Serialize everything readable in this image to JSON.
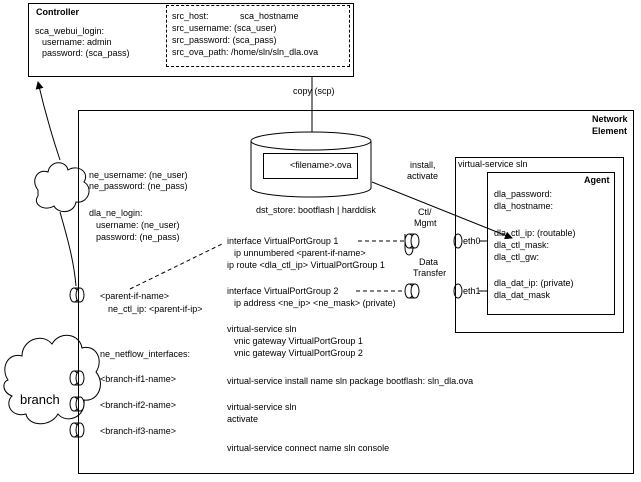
{
  "controller": {
    "title": "Controller",
    "login_label": "sca_webui_login:",
    "username": "username: admin",
    "password": "password: (sca_pass)",
    "src_host": "src_host:",
    "src_host_value": "sca_hostname",
    "src_username": "src_username: (sca_user)",
    "src_password": "src_password: (sca_pass)",
    "src_ova_path": "src_ova_path: /home/sln/sln_dla.ova"
  },
  "copy_label": "copy (scp)",
  "network_element": {
    "title_line1": "Network",
    "title_line2": "Element",
    "ne_username": "ne_username: (ne_user)",
    "ne_password": "ne_password: (ne_pass)",
    "dla_ne_login": "dla_ne_login:",
    "dla_username": "username: (ne_user)",
    "dla_password": "password: (ne_pass)",
    "parent_if": "<parent-if-name>",
    "ne_ctl_ip": "ne_ctl_ip: <parent-if-ip>",
    "netflow_label": "ne_netflow_interfaces:",
    "branch_ifs": [
      "<branch-if1-name>",
      "<branch-if2-name>",
      "<branch-if3-name>"
    ],
    "storage_file": "<filename>.ova",
    "dst_store": "dst_store: bootflash | harddisk",
    "install_label_line1": "install,",
    "install_label_line2": "activate",
    "ctl_mgmt_line1": "Ctl/",
    "ctl_mgmt_line2": "Mgmt",
    "data_transfer_line1": "Data",
    "data_transfer_line2": "Transfer",
    "config_lines": {
      "vpg1": "interface VirtualPortGroup 1",
      "ip_unnumbered": "ip unnumbered <parent-if-name>",
      "ip_route": "ip route <dla_ctl_ip> VirtualPortGroup 1",
      "vpg2": "interface VirtualPortGroup 2",
      "ip_address": "ip address <ne_ip> <ne_mask> (private)",
      "vs_sln": "virtual-service sln",
      "vnic1": "vnic gateway VirtualPortGroup 1",
      "vnic2": "vnic gateway VirtualPortGroup 2",
      "vs_install": "virtual-service install name sln package bootflash: sln_dla.ova",
      "vs_sln2": "virtual-service sln",
      "activate": "activate",
      "vs_connect": "virtual-service connect name sln console"
    }
  },
  "virtual_service": {
    "title": "virtual-service sln",
    "eth0": "eth0",
    "eth1": "eth1",
    "agent": {
      "title": "Agent",
      "dla_password": "dla_password:",
      "dla_hostname": "dla_hostname:",
      "dla_ctl_ip": "dla_ctl_ip: (routable)",
      "dla_ctl_mask": "dla_ctl_mask:",
      "dla_ctl_gw": "dla_ctl_gw:",
      "dla_dat_ip": "dla_dat_ip: (private)",
      "dla_dat_mask": "dla_dat_mask"
    }
  },
  "branch_label": "branch"
}
